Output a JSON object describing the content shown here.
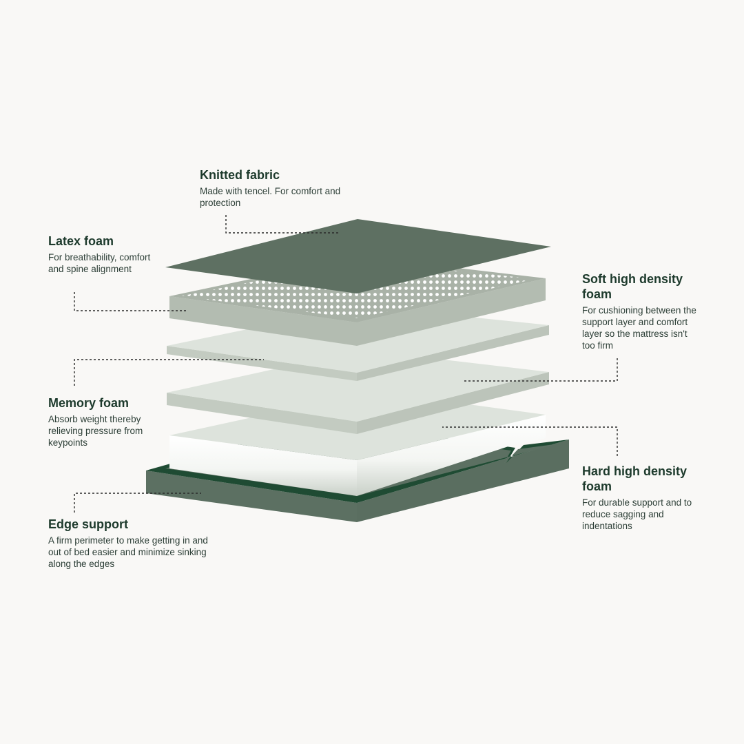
{
  "layers": {
    "knitted_fabric": {
      "title": "Knitted fabric",
      "description": "Made with tencel. For comfort and protection"
    },
    "latex_foam": {
      "title": "Latex foam",
      "description": "For breathability, comfort and spine alignment"
    },
    "memory_foam": {
      "title": "Memory foam",
      "description": "Absorb weight thereby relieving pressure from keypoints"
    },
    "edge_support": {
      "title": "Edge support",
      "description": "A firm perimeter to make getting in and out of bed easier and minimize sinking along the edges"
    },
    "soft_high_density_foam": {
      "title": "Soft high density foam",
      "description": "For cushioning between the support layer and comfort layer so the mattress isn't too firm"
    },
    "hard_high_density_foam": {
      "title": "Hard high density foam",
      "description": "For durable support and to reduce sagging and indentations"
    }
  },
  "colors": {
    "background": "#f9f8f6",
    "fabric": "#5e7062",
    "latex_top": "#b5bdb3",
    "latex_side": "#b3bcb1",
    "latex_holes": "#ffffff",
    "foam_top": "#dde3dc",
    "foam_side": "#c3cbc1",
    "base_green": "#5c7062",
    "base_rim": "#1f4b33",
    "title_text": "#1d3a2c",
    "leader_line": "#2a2a2a"
  }
}
